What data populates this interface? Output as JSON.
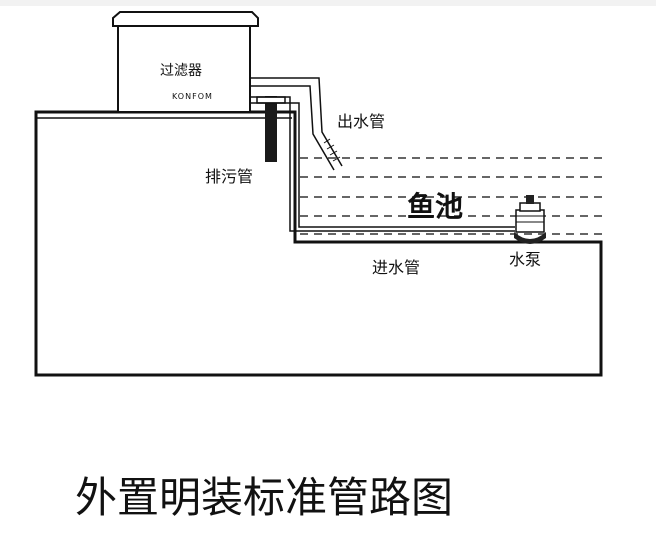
{
  "labels": {
    "filter": "过滤器",
    "brand": "KONFOM",
    "outlet_pipe": "出水管",
    "drain_pipe": "排污管",
    "pond": "鱼池",
    "inlet_pipe": "进水管",
    "pump": "水泵"
  },
  "caption": "外置明装标准管路图",
  "colors": {
    "line": "#111111",
    "water_dash": "#333333",
    "background": "#ffffff"
  }
}
